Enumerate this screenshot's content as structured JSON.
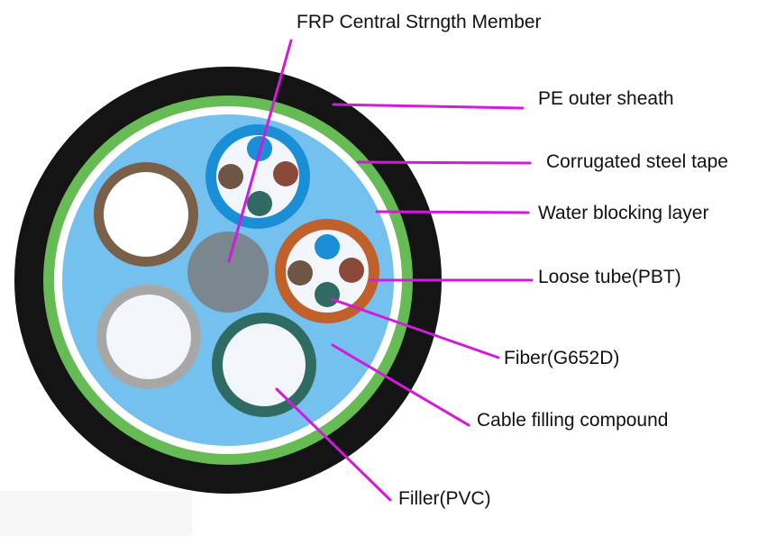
{
  "title": "Armored loose tube optical fiber cable cross-section",
  "colors": {
    "sheath": "#141414",
    "steel_tape": "#66bb55",
    "water_block": "#ffffff",
    "filling": "#74c0ee",
    "leader": "#d21adb",
    "central_member": "#7a8690",
    "tube_blue": "#1a8fd6",
    "tube_orange": "#c0602a",
    "filler_brown": "#7a6048",
    "filler_gray": "#a7a7a7",
    "filler_green": "#2f6b62",
    "tube_inner": "#f2f6fa",
    "fiber_blue": "#1a8fd6",
    "fiber_brown": "#6e5545",
    "fiber_red": "#8a4a3a",
    "fiber_teal": "#2f6b62"
  },
  "labels": {
    "frp": "FRP Central Strngth Member",
    "pe_sheath": "PE outer sheath",
    "steel_tape": "Corrugated steel tape",
    "water_blocking": "Water blocking layer",
    "loose_tube": "Loose tube(PBT)",
    "fiber": "Fiber(G652D)",
    "filling": "Cable filling compound",
    "filler": "Filler(PVC)"
  }
}
